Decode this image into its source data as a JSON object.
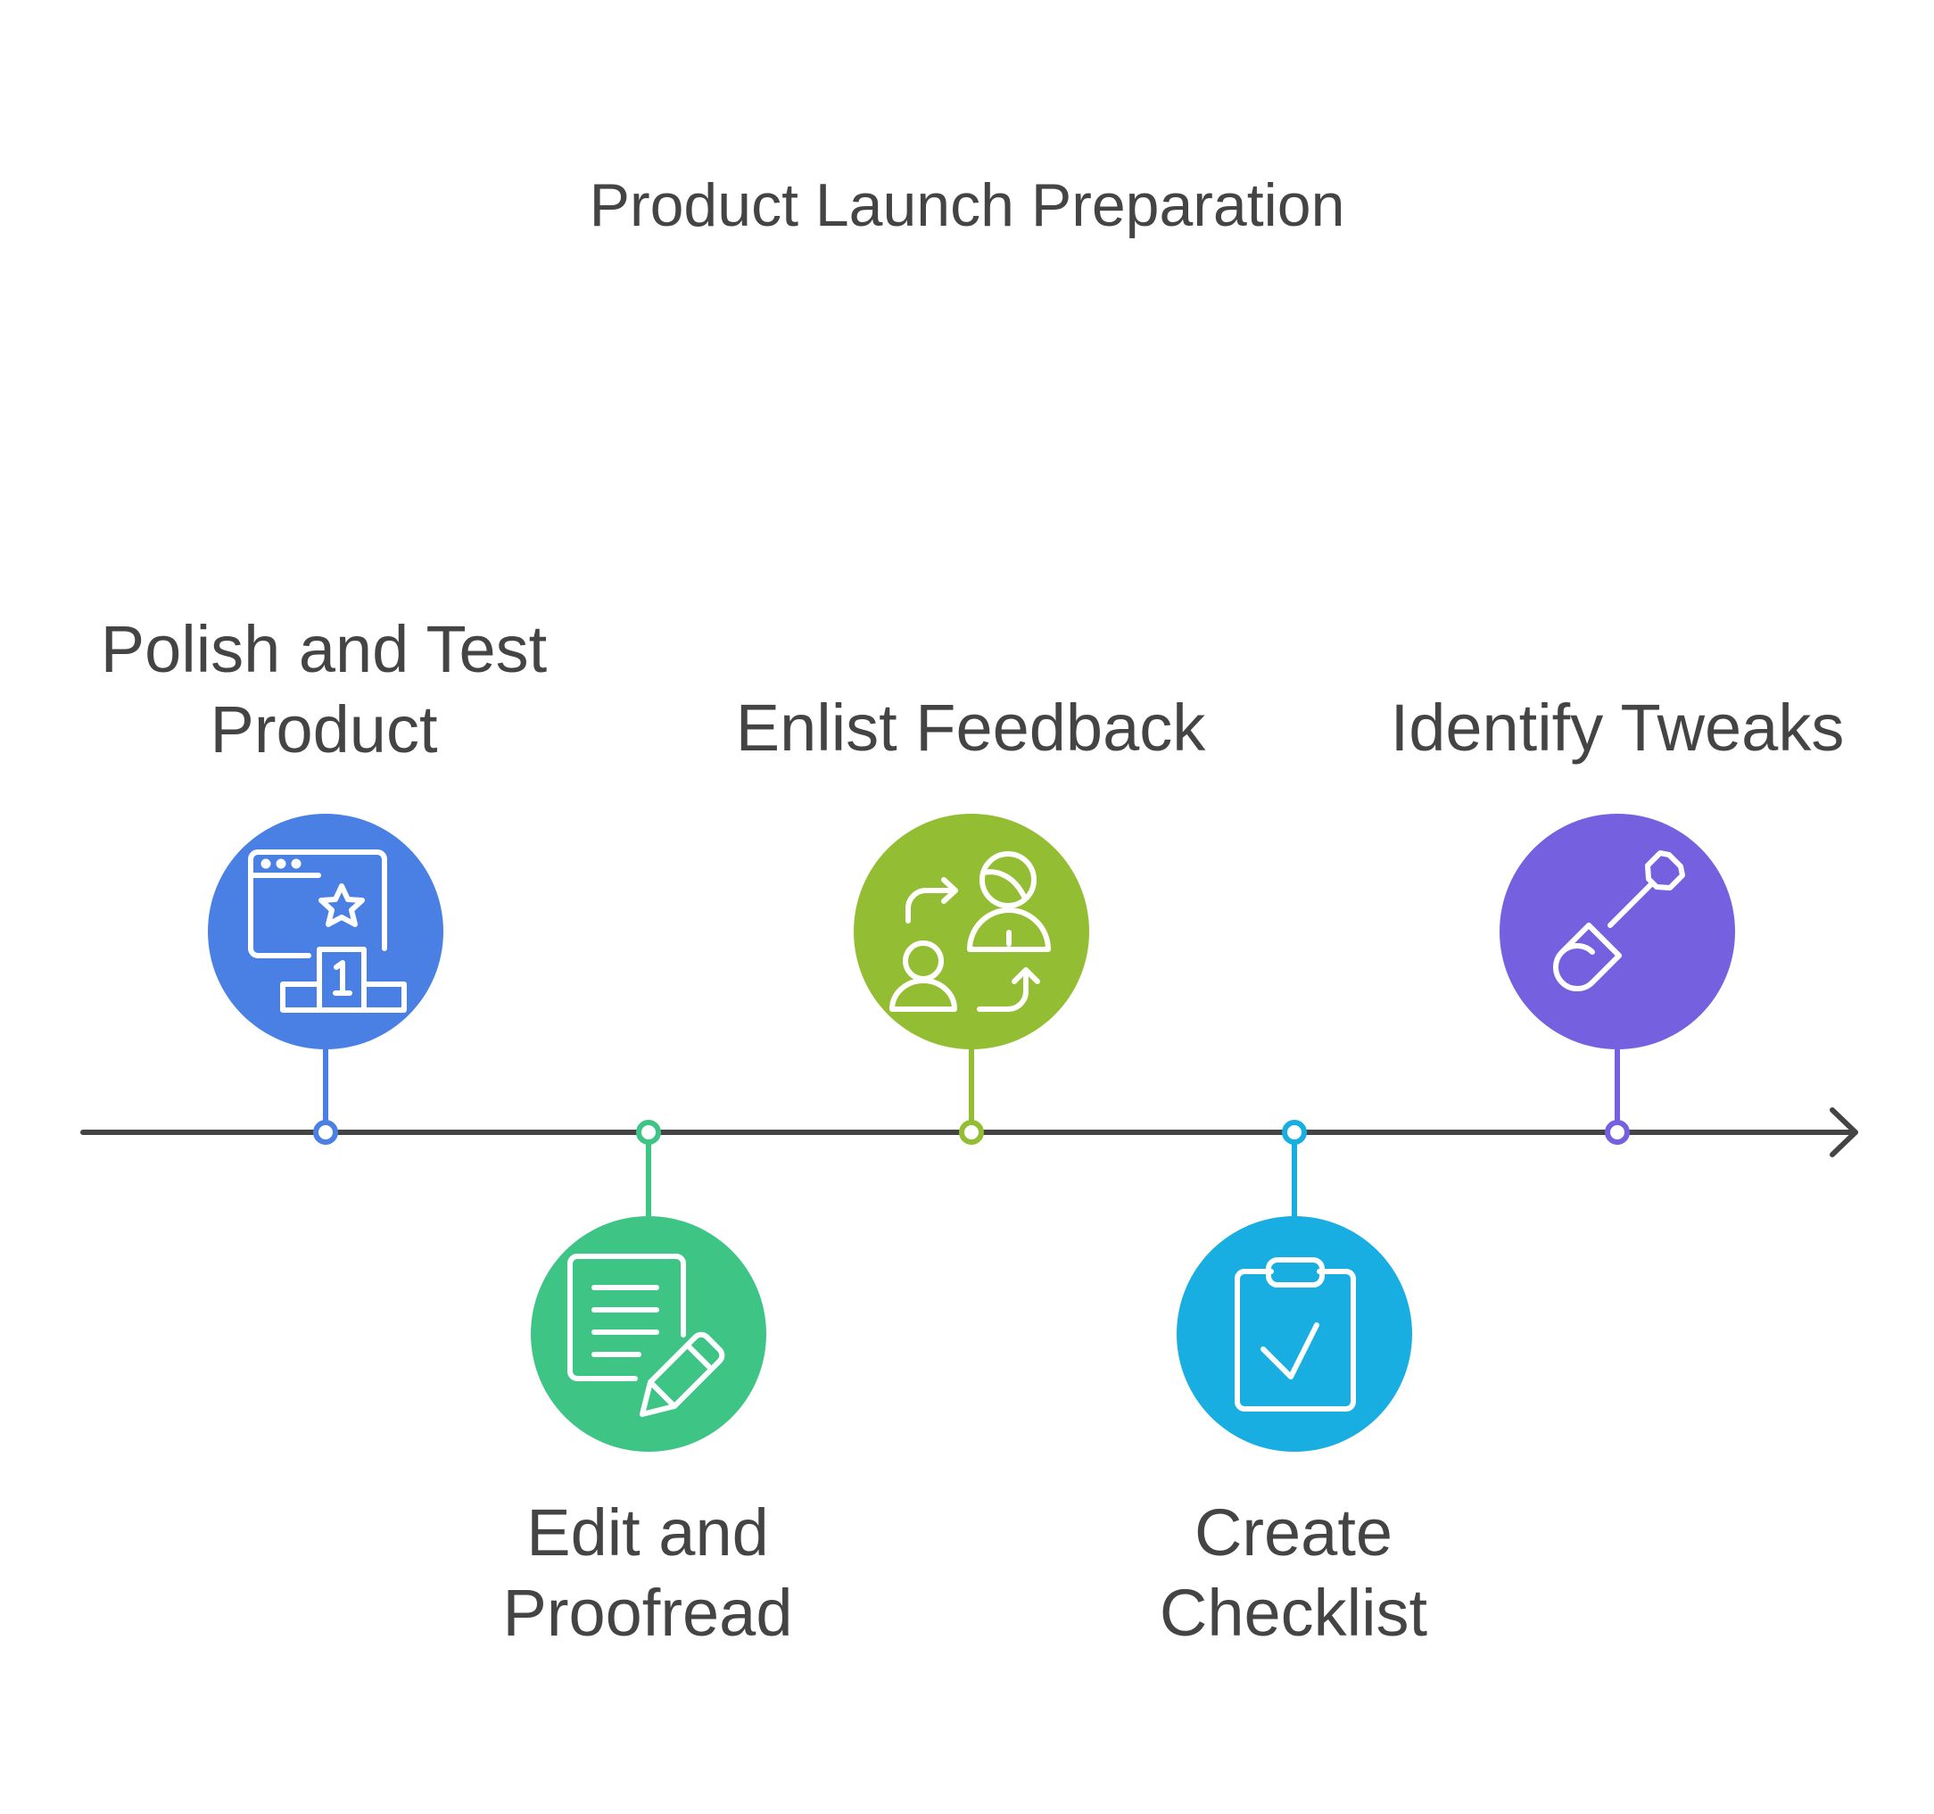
{
  "title": "Product Launch Preparation",
  "steps": [
    {
      "label_lines": [
        "Polish and Test",
        "Product"
      ],
      "icon": "podium-star-icon",
      "color": "#4a80e3",
      "side": "above"
    },
    {
      "label_lines": [
        "Edit and",
        "Proofread"
      ],
      "icon": "document-pencil-icon",
      "color": "#3ec586",
      "side": "below"
    },
    {
      "label_lines": [
        "Enlist Feedback"
      ],
      "icon": "people-exchange-icon",
      "color": "#93bd33",
      "side": "above"
    },
    {
      "label_lines": [
        "Create",
        "Checklist"
      ],
      "icon": "clipboard-check-icon",
      "color": "#18aee2",
      "side": "below"
    },
    {
      "label_lines": [
        "Identify Tweaks"
      ],
      "icon": "screwdriver-icon",
      "color": "#7560e0",
      "side": "above"
    }
  ],
  "axis_color": "#444444"
}
